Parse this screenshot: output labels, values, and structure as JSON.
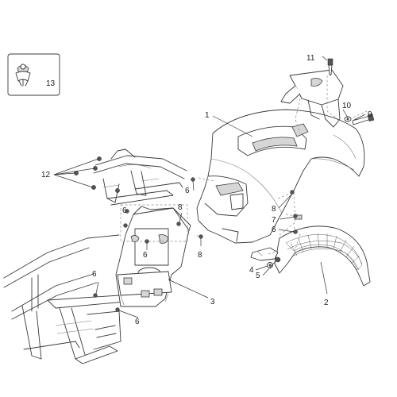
{
  "callouts": {
    "c1": "1",
    "c2": "2",
    "c3": "3",
    "c4": "4",
    "c5": "5",
    "c6a": "6",
    "c6b": "6",
    "c6c": "6",
    "c6d": "6",
    "c6e": "6",
    "c7": "7",
    "c8a": "8",
    "c8b": "8",
    "c8c": "8",
    "c9": "9",
    "c10": "10",
    "c11": "11",
    "c12": "12",
    "c13": "13"
  }
}
